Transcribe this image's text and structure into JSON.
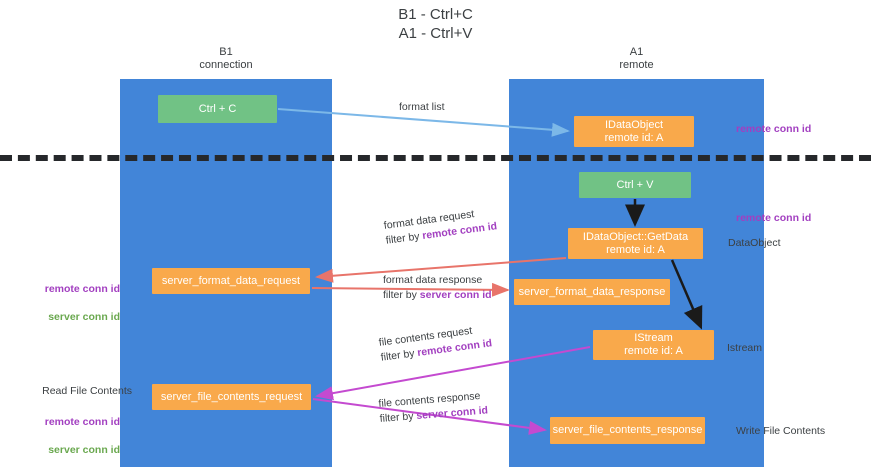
{
  "title": "B1 - Ctrl+C\nA1 - Ctrl+V",
  "columns": {
    "left": {
      "header": "B1\nconnection"
    },
    "right": {
      "header": "A1\nremote"
    }
  },
  "nodes": {
    "ctrl_c": "Ctrl + C",
    "idataobject": "IDataObject\nremote id: A",
    "ctrl_v": "Ctrl + V",
    "getdata": "IDataObject::GetData\nremote id: A",
    "server_format_data_request": "server_format_data_request",
    "server_format_data_response": "server_format_data_response",
    "istream": "IStream\nremote id: A",
    "server_file_contents_request": "server_file_contents_request",
    "server_file_contents_response": "server_file_contents_response"
  },
  "edges": {
    "format_list": {
      "label": "format list"
    },
    "format_data_request": {
      "label": "format data request",
      "filter_prefix": "filter by ",
      "filter_key": "remote conn id"
    },
    "format_data_response": {
      "label": "format data response",
      "filter_prefix": "filter by ",
      "filter_key": "server conn id"
    },
    "file_contents_request": {
      "label": "file contents request",
      "filter_prefix": "filter by ",
      "filter_key": "remote conn id"
    },
    "file_contents_response": {
      "label": "file contents response",
      "filter_prefix": "filter by ",
      "filter_key": "server conn id"
    }
  },
  "annotations": {
    "remote_conn_id_top": "remote conn id",
    "remote_conn_id_mid": "remote conn id",
    "dataobject": "DataObject",
    "istream": "Istream",
    "write_file_contents": "Write File Contents",
    "read_file_contents": "Read File Contents",
    "remote_conn_id_left": "remote conn id",
    "server_conn_id_left": "server conn id",
    "remote_conn_id_left2": "remote conn id",
    "server_conn_id_left2": "server conn id"
  },
  "colors": {
    "band": "#4285d8",
    "green_node": "#71c285",
    "orange_node": "#f9a94b",
    "purple_text": "#a23fc0",
    "green_text": "#6aa84f",
    "arrow_blue": "#7cb8e8",
    "arrow_red": "#e8746a",
    "arrow_magenta": "#c44ad0",
    "arrow_black": "#1a1a1a",
    "separator": "#26282b",
    "background": "#ffffff"
  }
}
